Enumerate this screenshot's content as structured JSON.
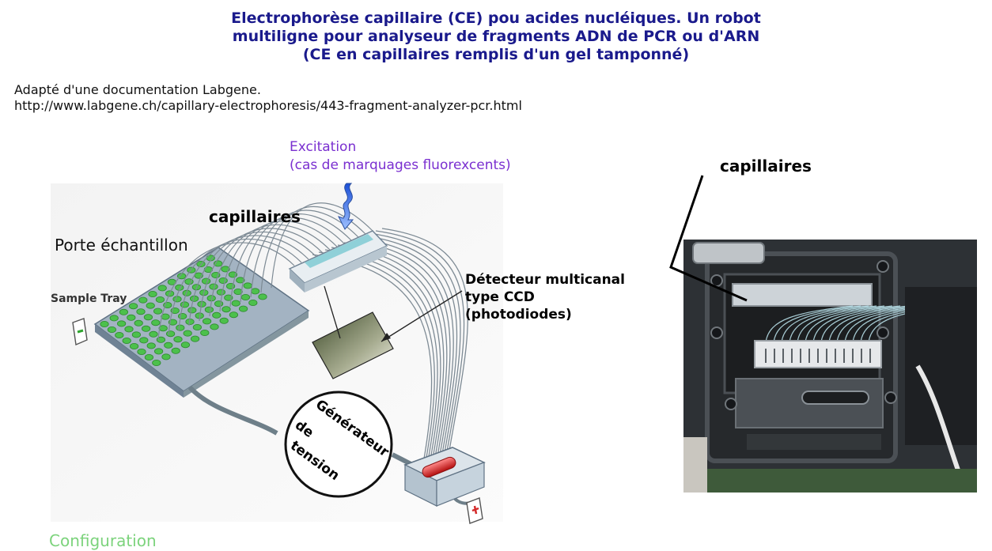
{
  "title": {
    "line1": "Electrophorèse capillaire (CE) pou acides nucléiques. Un robot",
    "line2": "multiligne pour analyseur de fragments ADN de PCR ou d'ARN",
    "line3": "(CE en capillaires remplis d'un gel tamponné)"
  },
  "source": {
    "line1": "Adapté d'une documentation Labgene.",
    "line2": "http://www.labgene.ch/capillary-electrophoresis/443-fragment-analyzer-pcr.html"
  },
  "diagram": {
    "excitation_line1": "Excitation",
    "excitation_line2": "(cas de marquages fluorexcents)",
    "capillaires_label": "capillaires",
    "porte_label": "Porte échantillon",
    "sample_tray_label": "Sample Tray",
    "detector_line1": "Détecteur multicanal",
    "detector_line2": "type CCD",
    "detector_line3": "(photodiodes)",
    "generator_line1": "Générateur",
    "generator_line2": "de",
    "generator_line3": "tension",
    "minus_sign": "−",
    "plus_sign": "+"
  },
  "photo": {
    "capillaires_label": "capillaires"
  },
  "footer": {
    "config_label": "Configuration"
  },
  "colors": {
    "title": "#1a1a8c",
    "excitation": "#7a2fd0",
    "wells": "#4cc04c",
    "tray": "#8fa2b4",
    "buffer_red": "#d42a2a",
    "config_green": "#7cd37c"
  }
}
